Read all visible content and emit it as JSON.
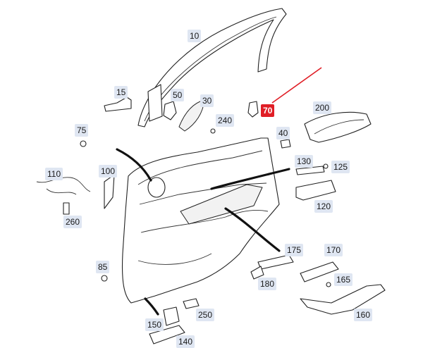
{
  "highlight": {
    "label": "70",
    "color": "#e01e26"
  },
  "callout_bg": "#dfe6f2",
  "callouts": [
    {
      "label": "10"
    },
    {
      "label": "15"
    },
    {
      "label": "50"
    },
    {
      "label": "30"
    },
    {
      "label": "70"
    },
    {
      "label": "200"
    },
    {
      "label": "240"
    },
    {
      "label": "75"
    },
    {
      "label": "40"
    },
    {
      "label": "130"
    },
    {
      "label": "125"
    },
    {
      "label": "110"
    },
    {
      "label": "100"
    },
    {
      "label": "120"
    },
    {
      "label": "260"
    },
    {
      "label": "175"
    },
    {
      "label": "170"
    },
    {
      "label": "85"
    },
    {
      "label": "180"
    },
    {
      "label": "165"
    },
    {
      "label": "250"
    },
    {
      "label": "160"
    },
    {
      "label": "150"
    },
    {
      "label": "140"
    }
  ]
}
